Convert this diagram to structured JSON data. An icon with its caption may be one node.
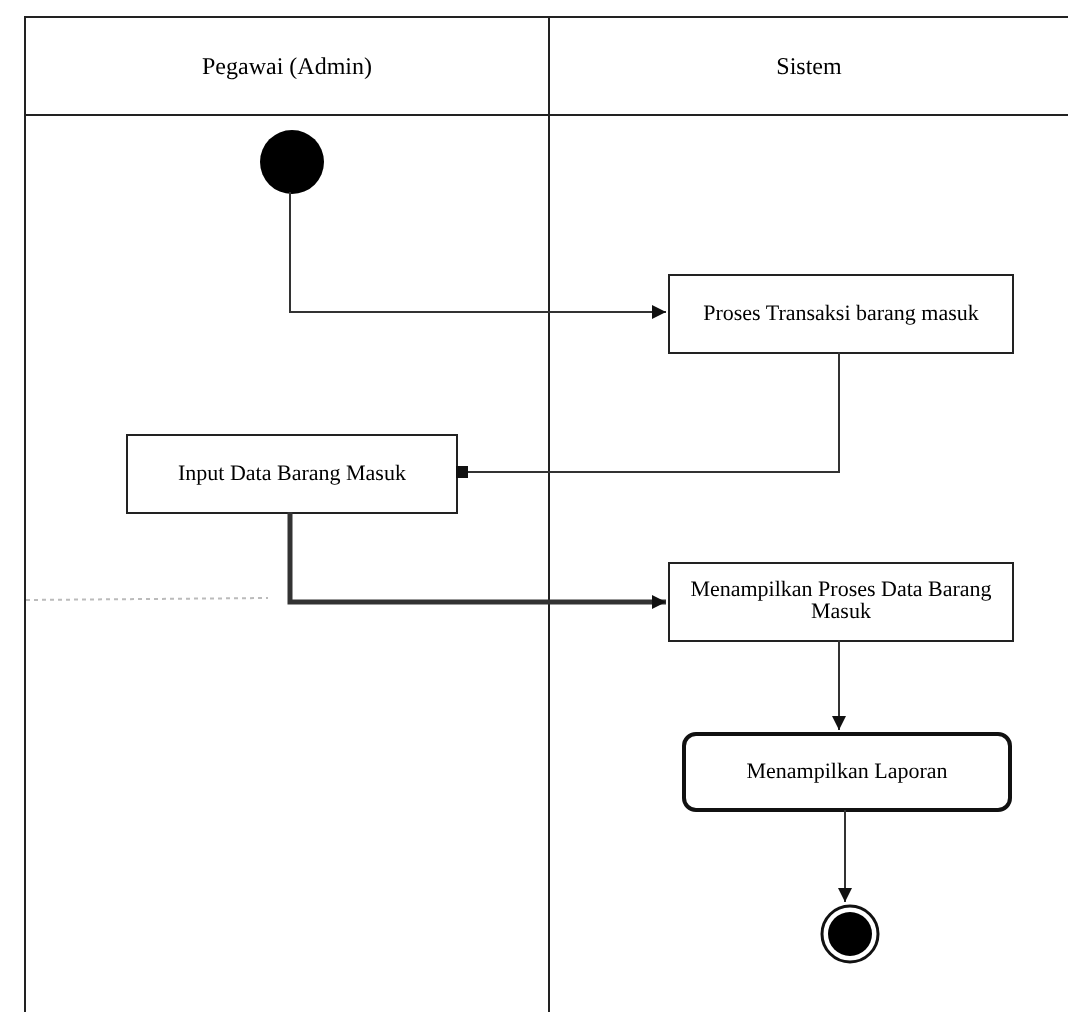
{
  "diagram": {
    "nodes": [
      {
        "text": [
          "Pegawai (Admin)"
        ]
      },
      {
        "text": [
          "Sistem"
        ]
      },
      {
        "text": [],
        "shape": "circle",
        "in": 0
      },
      {
        "text": [
          "Proses Transaksi barang masuk"
        ],
        "in": 1
      },
      {
        "text": [
          "Input Data Barang Masuk"
        ],
        "in": 0
      },
      {
        "text": [
          "Menampilkan Proses  Data Barang Masuk"
        ],
        "in": 1
      },
      {
        "text": [
          "Menampilkan Laporan"
        ],
        "in": 1
      },
      {
        "text": [],
        "shape": "circle",
        "in": 1
      }
    ],
    "edges": [
      {
        "from": 2,
        "to": 3,
        "arrow": "to"
      },
      {
        "from": 3,
        "to": 4,
        "arrow": "other"
      },
      {
        "from": 4,
        "to": 5,
        "arrow": "to",
        "style": "thick"
      },
      {
        "from": 5,
        "to": 6,
        "arrow": "to"
      },
      {
        "from": 6,
        "to": 7,
        "arrow": "to"
      }
    ]
  }
}
